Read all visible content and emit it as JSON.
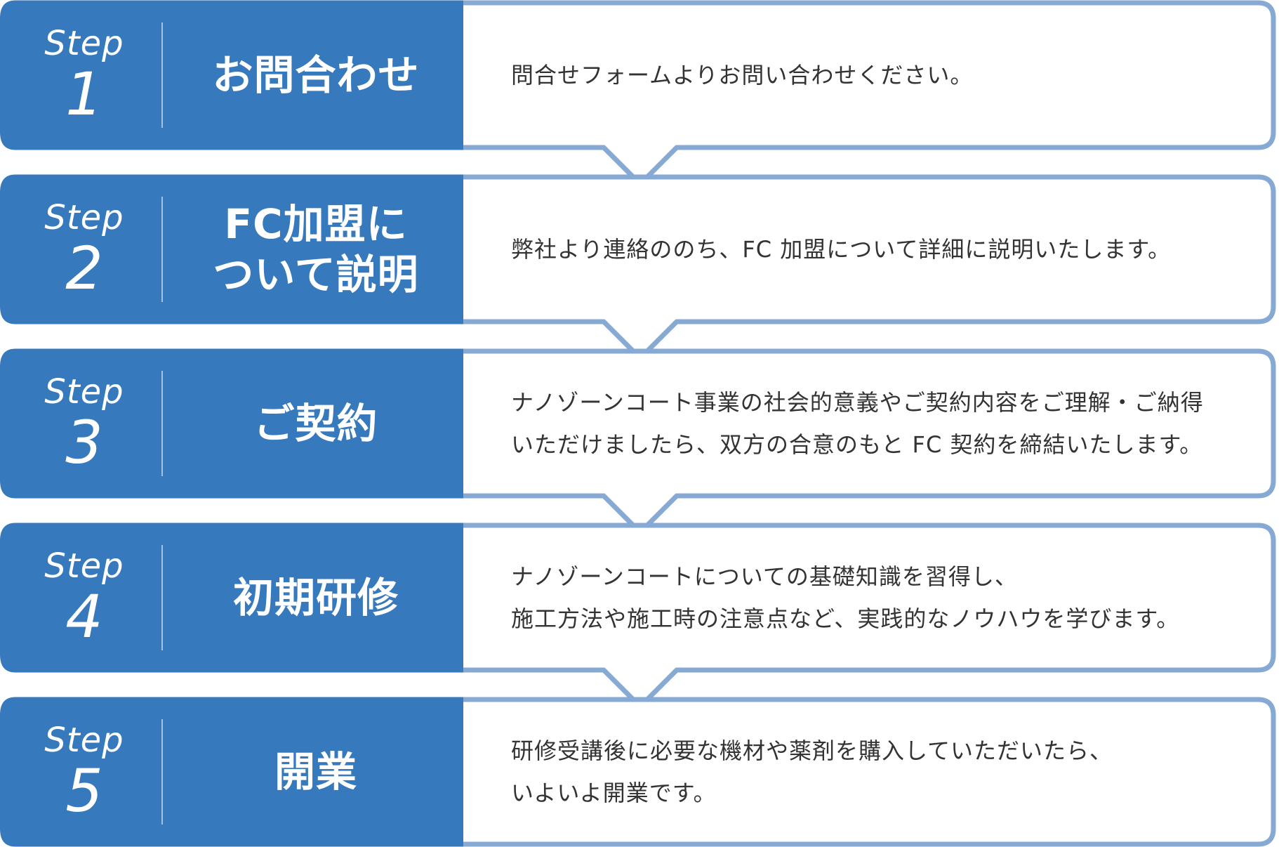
{
  "colors": {
    "block_fill": "#3779bd",
    "box_border": "#86aad4",
    "label_text": "#ffffff",
    "description_text": "#333333"
  },
  "step_word": "Step",
  "steps": [
    {
      "number": "1",
      "title_lines": [
        "お問合わせ"
      ],
      "description_lines": [
        "問合せフォームよりお問い合わせください。"
      ]
    },
    {
      "number": "2",
      "title_lines": [
        "FC加盟に",
        "ついて説明"
      ],
      "description_lines": [
        "弊社より連絡ののち、FC 加盟について詳細に説明いたします。"
      ]
    },
    {
      "number": "3",
      "title_lines": [
        "ご契約"
      ],
      "description_lines": [
        "ナノゾーンコート事業の社会的意義やご契約内容をご理解・ご納得",
        "いただけましたら、双方の合意のもと FC 契約を締結いたします。"
      ]
    },
    {
      "number": "4",
      "title_lines": [
        "初期研修"
      ],
      "description_lines": [
        "ナノゾーンコートについての基礎知識を習得し、",
        "施工方法や施工時の注意点など、実践的なノウハウを学びます。"
      ]
    },
    {
      "number": "5",
      "title_lines": [
        "開業"
      ],
      "description_lines": [
        "研修受講後に必要な機材や薬剤を購入していただいたら、",
        "いよいよ開業です。"
      ]
    }
  ]
}
